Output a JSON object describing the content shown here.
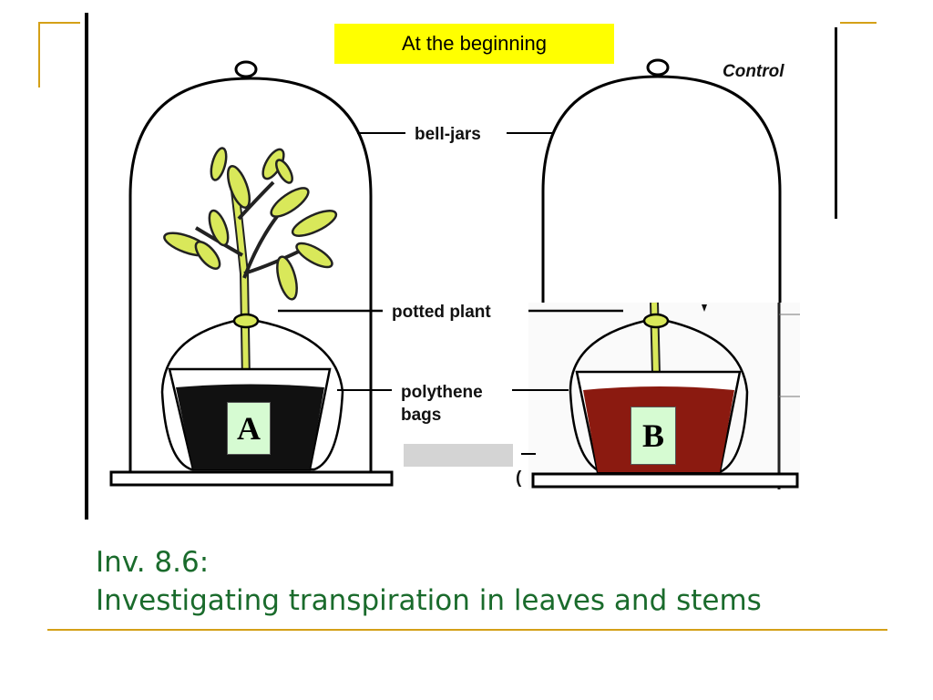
{
  "banner": {
    "text": "At the beginning"
  },
  "labels": {
    "control": "Control",
    "bell_jars": "bell-jars",
    "potted_plant": "potted plant",
    "polythene_line1": "polythene",
    "polythene_line2": "bags"
  },
  "markers": {
    "a": "A",
    "b": "B"
  },
  "title": {
    "line1": "Inv. 8.6:",
    "line2": "Investigating transpiration in leaves and stems"
  },
  "colors": {
    "accent_gold": "#d4a017",
    "banner_yellow": "#ffff00",
    "title_green": "#1a6b2c",
    "leaf_yellow": "#d9e85a",
    "soil_black": "#111111",
    "soil_red": "#8b1a10",
    "marker_bg": "#d6fbd2"
  }
}
